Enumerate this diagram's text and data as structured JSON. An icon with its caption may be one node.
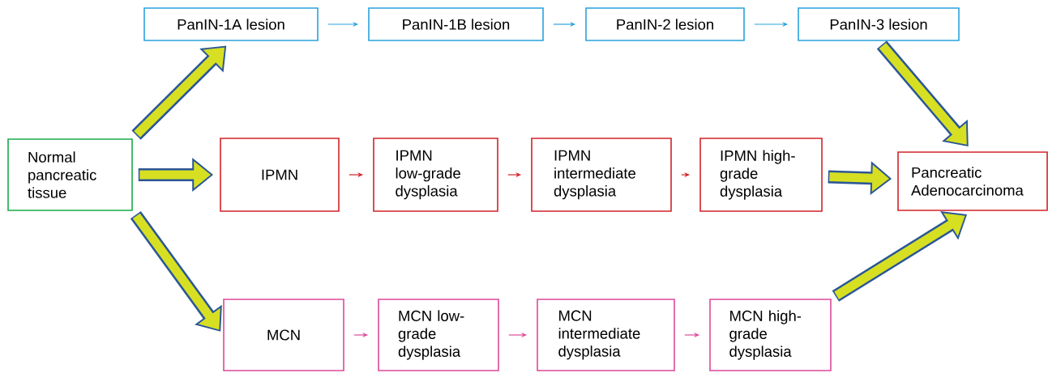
{
  "diagram": {
    "nodes": [
      {
        "text": [
          "Normal pancreatic tissue"
        ]
      },
      {
        "text": [
          "PanIN-1A lesion"
        ]
      },
      {
        "text": [
          "PanIN-1B lesion"
        ]
      },
      {
        "text": [
          "PanIN-2 lesion"
        ]
      },
      {
        "text": [
          "PanIN-3 lesion"
        ]
      },
      {
        "text": [
          "IPMN"
        ]
      },
      {
        "text": [
          "IPMN low-grade dysplasia"
        ]
      },
      {
        "text": [
          "IPMN intermediate dysplasia"
        ]
      },
      {
        "text": [
          "IPMN high-grade dysplasia"
        ]
      },
      {
        "text": [
          "Pancreatic Adenocarcinoma"
        ]
      },
      {
        "text": [
          "MCN"
        ]
      },
      {
        "text": [
          "MCN low-grade dysplasia"
        ]
      },
      {
        "text": [
          "MCN intermediate dysplasia"
        ]
      },
      {
        "text": [
          "MCN high-grade dysplasia"
        ]
      }
    ],
    "edges": [
      {
        "from": 0,
        "to": 1,
        "arrow": "to",
        "style": "thick",
        "color": "#d7df23"
      },
      {
        "from": 0,
        "to": 5,
        "arrow": "to",
        "style": "thick",
        "color": "#d7df23"
      },
      {
        "from": 0,
        "to": 10,
        "arrow": "to",
        "style": "thick",
        "color": "#d7df23"
      },
      {
        "from": 1,
        "to": 2,
        "arrow": "to",
        "color": "#2aa3dc"
      },
      {
        "from": 2,
        "to": 3,
        "arrow": "to",
        "color": "#2aa3dc"
      },
      {
        "from": 3,
        "to": 4,
        "arrow": "to",
        "color": "#2aa3dc"
      },
      {
        "from": 5,
        "to": 6,
        "arrow": "to",
        "color": "#d2232a"
      },
      {
        "from": 6,
        "to": 7,
        "arrow": "to",
        "color": "#d2232a"
      },
      {
        "from": 7,
        "to": 8,
        "arrow": "to",
        "color": "#d2232a"
      },
      {
        "from": 10,
        "to": 11,
        "arrow": "to",
        "color": "#dd4a9a"
      },
      {
        "from": 11,
        "to": 12,
        "arrow": "to",
        "color": "#dd4a9a"
      },
      {
        "from": 12,
        "to": 13,
        "arrow": "to",
        "color": "#dd4a9a"
      },
      {
        "from": 4,
        "to": 9,
        "arrow": "to",
        "style": "thick",
        "color": "#d7df23"
      },
      {
        "from": 8,
        "to": 9,
        "arrow": "to",
        "style": "thick",
        "color": "#d7df23"
      },
      {
        "from": 13,
        "to": 9,
        "arrow": "to",
        "style": "thick",
        "color": "#d7df23"
      }
    ]
  }
}
